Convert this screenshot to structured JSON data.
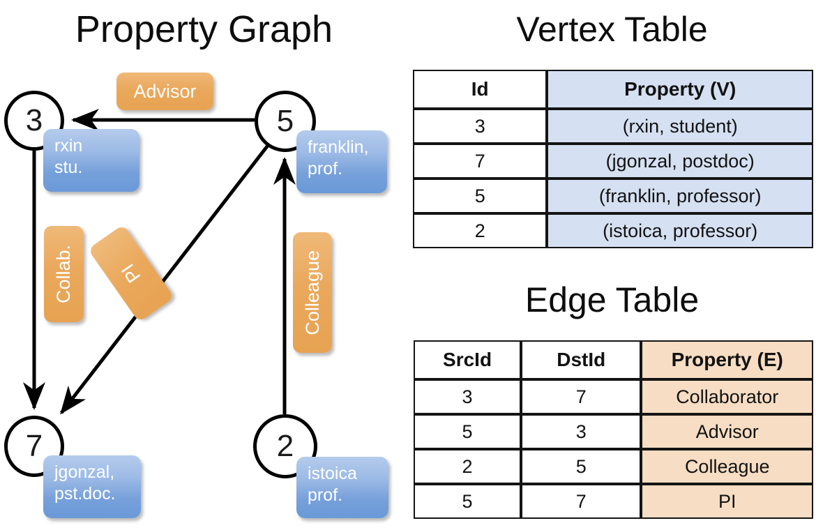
{
  "titles": {
    "property_graph": "Property Graph",
    "vertex_table": "Vertex Table",
    "edge_table": "Edge Table"
  },
  "colors": {
    "vertex_property_fill": "#d5e0f2",
    "edge_property_fill": "#f6ddc3",
    "vertex_badge": "#76a0da",
    "edge_badge": "#eaa85c",
    "stroke": "#000000",
    "background": "#ffffff"
  },
  "graph": {
    "nodes": [
      {
        "id": "3",
        "property_lines": [
          "rxin",
          "stu."
        ]
      },
      {
        "id": "5",
        "property_lines": [
          "franklin,",
          "prof."
        ]
      },
      {
        "id": "7",
        "property_lines": [
          "jgonzal,",
          "pst.doc."
        ]
      },
      {
        "id": "2",
        "property_lines": [
          "istoica",
          "prof."
        ]
      }
    ],
    "edge_labels": [
      {
        "name": "advisor",
        "text": "Advisor",
        "from": "5",
        "to": "3"
      },
      {
        "name": "collab",
        "text": "Collab.",
        "from": "3",
        "to": "7"
      },
      {
        "name": "pi",
        "text": "PI",
        "from": "5",
        "to": "7"
      },
      {
        "name": "colleague",
        "text": "Colleague",
        "from": "2",
        "to": "5"
      }
    ]
  },
  "vertex_table": {
    "headers": [
      "Id",
      "Property (V)"
    ],
    "rows": [
      [
        "3",
        "(rxin, student)"
      ],
      [
        "7",
        "(jgonzal, postdoc)"
      ],
      [
        "5",
        "(franklin, professor)"
      ],
      [
        "2",
        "(istoica, professor)"
      ]
    ]
  },
  "edge_table": {
    "headers": [
      "SrcId",
      "DstId",
      "Property (E)"
    ],
    "rows": [
      [
        "3",
        "7",
        "Collaborator"
      ],
      [
        "5",
        "3",
        "Advisor"
      ],
      [
        "2",
        "5",
        "Colleague"
      ],
      [
        "5",
        "7",
        "PI"
      ]
    ]
  }
}
